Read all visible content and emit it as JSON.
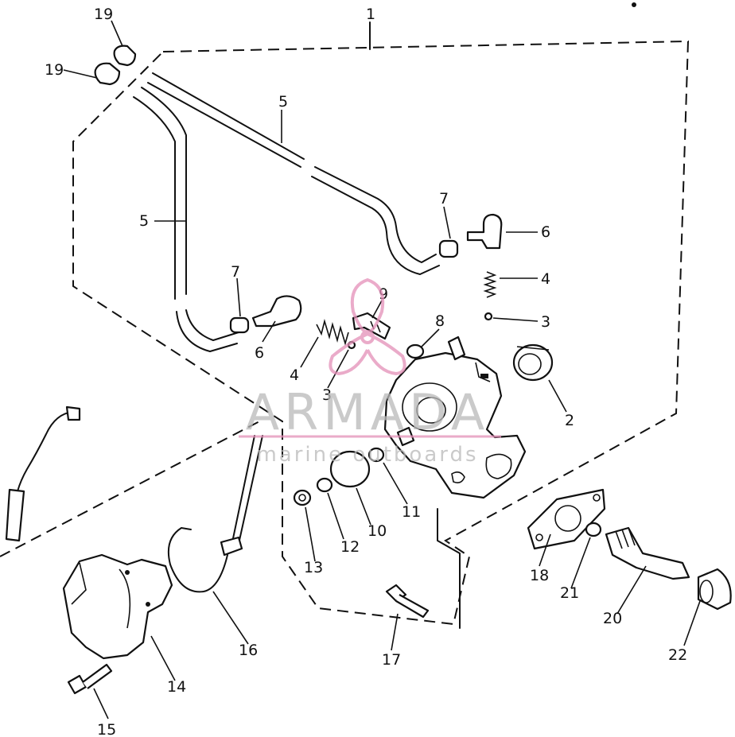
{
  "diagram": {
    "type": "exploded-parts-diagram",
    "callouts": {
      "c1": "1",
      "c2": "2",
      "c3a": "3",
      "c3b": "3",
      "c4a": "4",
      "c4b": "4",
      "c5a": "5",
      "c5b": "5",
      "c6a": "6",
      "c6b": "6",
      "c7a": "7",
      "c7b": "7",
      "c8": "8",
      "c9": "9",
      "c10": "10",
      "c11": "11",
      "c12": "12",
      "c13": "13",
      "c14": "14",
      "c15": "15",
      "c16": "16",
      "c17": "17",
      "c18": "18",
      "c19a": "19",
      "c19b": "19",
      "c20": "20",
      "c21": "21",
      "c22": "22"
    },
    "watermark": {
      "brand": "ARMADA",
      "tagline": "marine outboards",
      "color": "#e48fb8"
    }
  }
}
